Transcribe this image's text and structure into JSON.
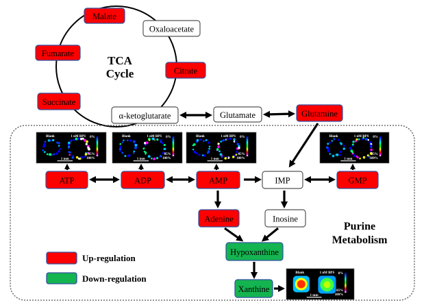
{
  "colors": {
    "up": "#ff0000",
    "down": "#14b450",
    "neutral": "#ffffff"
  },
  "tca": {
    "title_line1": "TCA",
    "title_line2": "Cycle",
    "nodes": {
      "malate": {
        "label": "Malate",
        "status": "up"
      },
      "oxaloacetate": {
        "label": "Oxaloacetate",
        "status": "neutral"
      },
      "fumarate": {
        "label": "Fumarate",
        "status": "up"
      },
      "citrate": {
        "label": "Citrate",
        "status": "up"
      },
      "succinate": {
        "label": "Succinate",
        "status": "up"
      },
      "akg": {
        "label": "α-ketoglutarate",
        "status": "neutral"
      }
    }
  },
  "glutamate": {
    "label": "Glutamate",
    "status": "neutral"
  },
  "glutamine": {
    "label": "Glutamine",
    "status": "up"
  },
  "purine": {
    "title_line1": "Purine",
    "title_line2": "Metabolism",
    "nodes": {
      "atp": {
        "label": "ATP",
        "status": "up"
      },
      "adp": {
        "label": "ADP",
        "status": "up"
      },
      "amp": {
        "label": "AMP",
        "status": "up"
      },
      "imp": {
        "label": "IMP",
        "status": "neutral"
      },
      "gmp": {
        "label": "GMP",
        "status": "up"
      },
      "adenine": {
        "label": "Adenine",
        "status": "up"
      },
      "inosine": {
        "label": "Inosine",
        "status": "neutral"
      },
      "hypoxanthine": {
        "label": "Hypoxanthine",
        "status": "down"
      },
      "xanthine": {
        "label": "Xanthine",
        "status": "down"
      }
    }
  },
  "imaging": {
    "blank_label": "Blank",
    "treated_label": "1 nM BPS",
    "scale_bar": "1 mm",
    "colorbar_top": "0%",
    "colorbar_mid": "85%",
    "colorbar_bottom": "100%"
  },
  "legend": {
    "up_label": "Up-regulation",
    "down_label": "Down-regulation"
  }
}
